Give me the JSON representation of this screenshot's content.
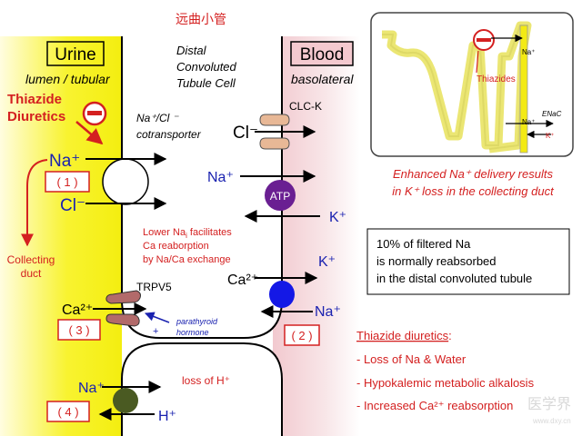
{
  "header": {
    "chinese_title": "远曲小管"
  },
  "zones": {
    "urine": "Urine",
    "urine_sub": "lumen / tubular",
    "blood": "Blood",
    "blood_sub": "basolateral",
    "cell_title": [
      "Distal",
      "Convoluted",
      "Tubule Cell"
    ]
  },
  "drug": {
    "line1": "Thiazide",
    "line2": "Diuretics"
  },
  "transporters": {
    "ncc": [
      "Na⁺/Cl ⁻",
      "cotransporter"
    ],
    "clck": "CLC-K",
    "atp": "ATP",
    "trpv5": "TRPV5"
  },
  "ions": {
    "na": "Na⁺",
    "cl": "Cl⁻",
    "k": "K⁺",
    "ca": "Ca²⁺",
    "h": "H⁺"
  },
  "badges": [
    "( 1 )",
    "( 2 )",
    "( 3 )",
    "( 4 )"
  ],
  "notes": {
    "collecting": [
      "Collecting",
      "duct"
    ],
    "lower_na": [
      "Lower Na",
      "i",
      " facilitates",
      "Ca reaborption",
      "by Na/Ca exchange"
    ],
    "pth": [
      "parathyroid",
      "hormone"
    ],
    "pth_sign": "+",
    "loss_h": "loss of H⁺"
  },
  "inset": {
    "thiazides": "Thiazides",
    "na": "Na⁺",
    "enac": "ENaC",
    "k": "K⁺",
    "caption": [
      "Enhanced Na⁺ delivery results",
      "in K⁺ loss in the collecting duct"
    ]
  },
  "info_box": [
    "10% of filtered Na",
    "is normally reabsorbed",
    "in the distal convoluted tubule"
  ],
  "effects": {
    "title": "Thiazide diuretics",
    "colon": ":",
    "items": [
      "- Loss of Na & Water",
      "- Hypokalemic metabolic alkalosis",
      "- Increased Ca²⁺ reabsorption"
    ]
  },
  "watermark": [
    "医学界",
    "www.dxy.cn"
  ],
  "colors": {
    "red": "#d42020",
    "blue": "#1a22b0",
    "atp": "#6a1f92",
    "ca_pump": "#1418e6",
    "nh_exchanger": "#4a5a22",
    "trpv5": "#b26a6a",
    "clck": "#e8b896",
    "urine_yellow": "#f7f21a",
    "blood_pink": "#f4d4d8"
  }
}
